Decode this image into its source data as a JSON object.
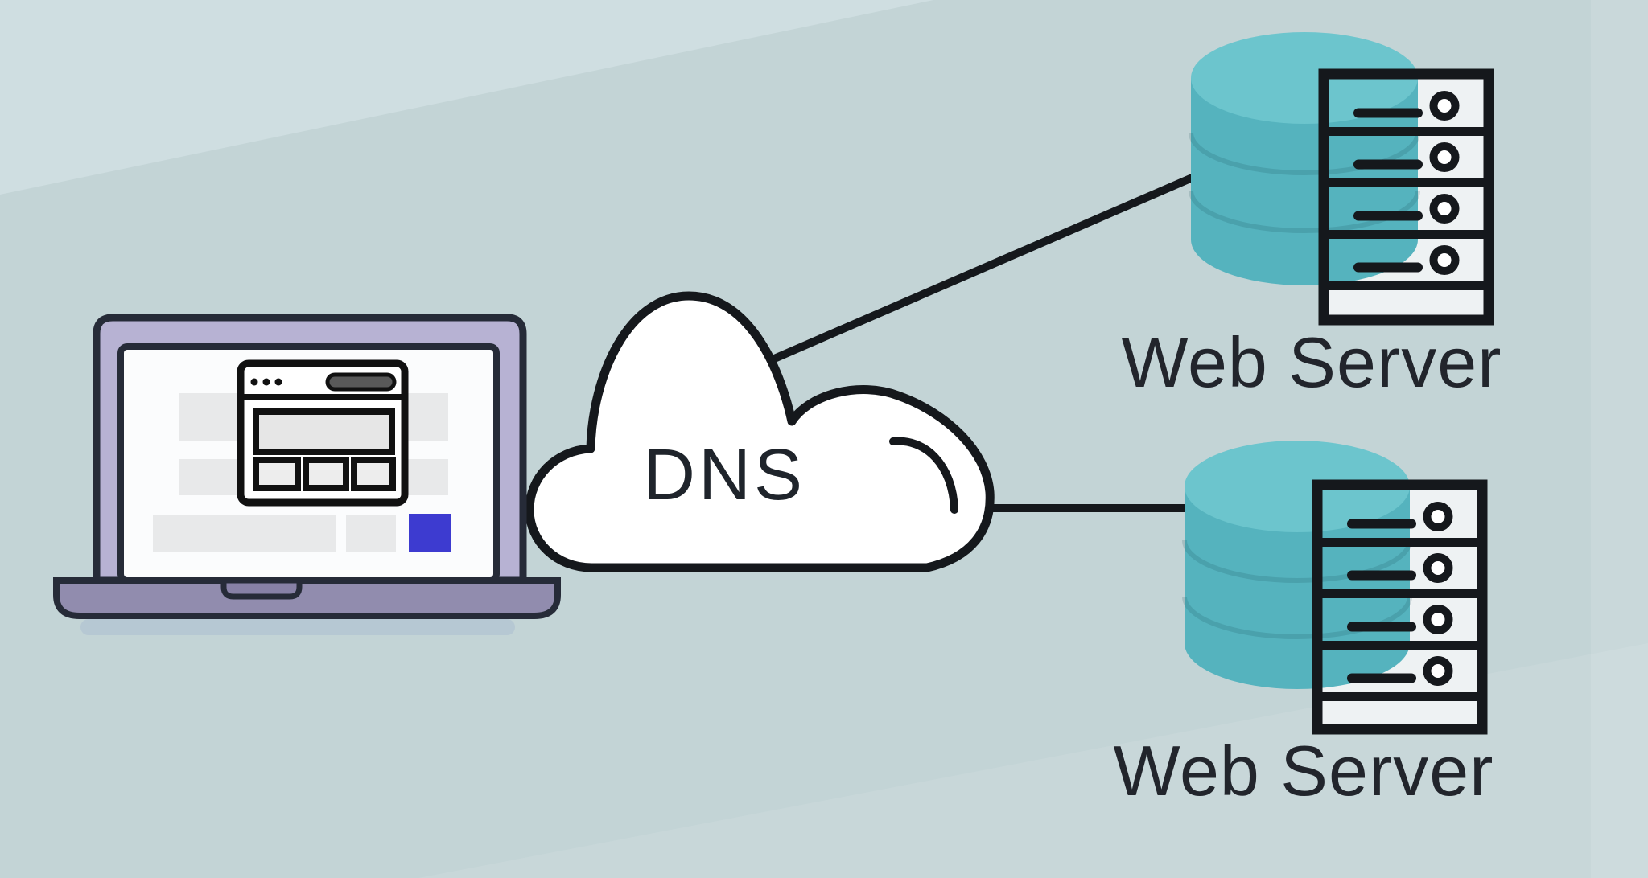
{
  "diagram": {
    "type": "dns-architecture",
    "cloud_label": "DNS",
    "server_labels": [
      "Web Server",
      "Web Server"
    ]
  },
  "colors": {
    "background": "#c3d4d6",
    "background_highlight": "#cfdee1",
    "outline": "#15181c",
    "cloud_fill": "#ffffff",
    "laptop_bezel": "#b7b2d3",
    "laptop_base": "#918cae",
    "screen_fill": "#fbfcfd",
    "screen_row_gray": "#e8e9ea",
    "accent_blue": "#3d3bd0",
    "browser_pill_gray": "#595959",
    "database_top": "#6cc5cd",
    "database_body": "#55b3be",
    "label_text": "#22252c"
  }
}
